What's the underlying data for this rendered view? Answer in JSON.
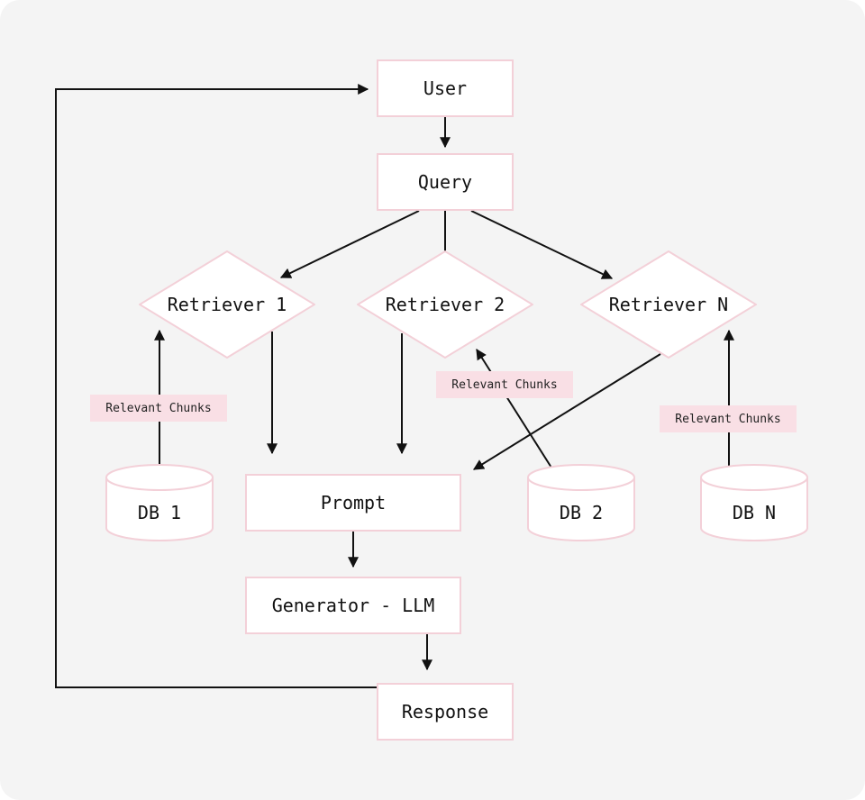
{
  "nodes": {
    "user": "User",
    "query": "Query",
    "retriever_1": "Retriever 1",
    "retriever_2": "Retriever 2",
    "retriever_n": "Retriever N",
    "db_1": "DB 1",
    "db_2": "DB 2",
    "db_n": "DB N",
    "prompt": "Prompt",
    "generator": "Generator - LLM",
    "response": "Response"
  },
  "edge_labels": {
    "db1_to_retriever1": "Relevant Chunks",
    "db2_to_retriever2": "Relevant Chunks",
    "dbn_to_retrievern": "Relevant Chunks"
  },
  "colors": {
    "background": "#f4f4f4",
    "node_fill": "#ffffff",
    "node_border": "#f3d0d8",
    "label_fill": "#f9dfe5",
    "edge": "#111111"
  }
}
